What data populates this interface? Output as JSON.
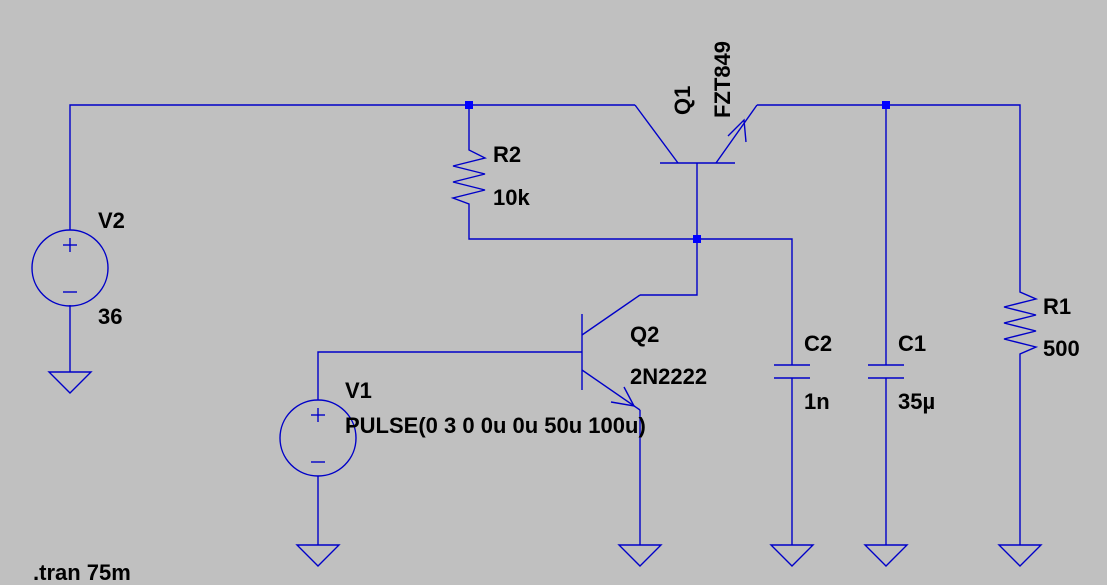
{
  "components": {
    "v2": {
      "ref": "V2",
      "value": "36"
    },
    "r2": {
      "ref": "R2",
      "value": "10k"
    },
    "q1": {
      "ref": "Q1",
      "model": "FZT849"
    },
    "q2": {
      "ref": "Q2",
      "model": "2N2222"
    },
    "v1": {
      "ref": "V1",
      "value": "PULSE(0 3 0 0u 0u 50u 100u)"
    },
    "c2": {
      "ref": "C2",
      "value": "1n"
    },
    "c1": {
      "ref": "C1",
      "value": "35µ"
    },
    "r1": {
      "ref": "R1",
      "value": "500"
    }
  },
  "directive": ".tran 75m",
  "colors": {
    "wire": "#0000c8",
    "junction": "#0000ff",
    "background": "#c0c0c0"
  }
}
